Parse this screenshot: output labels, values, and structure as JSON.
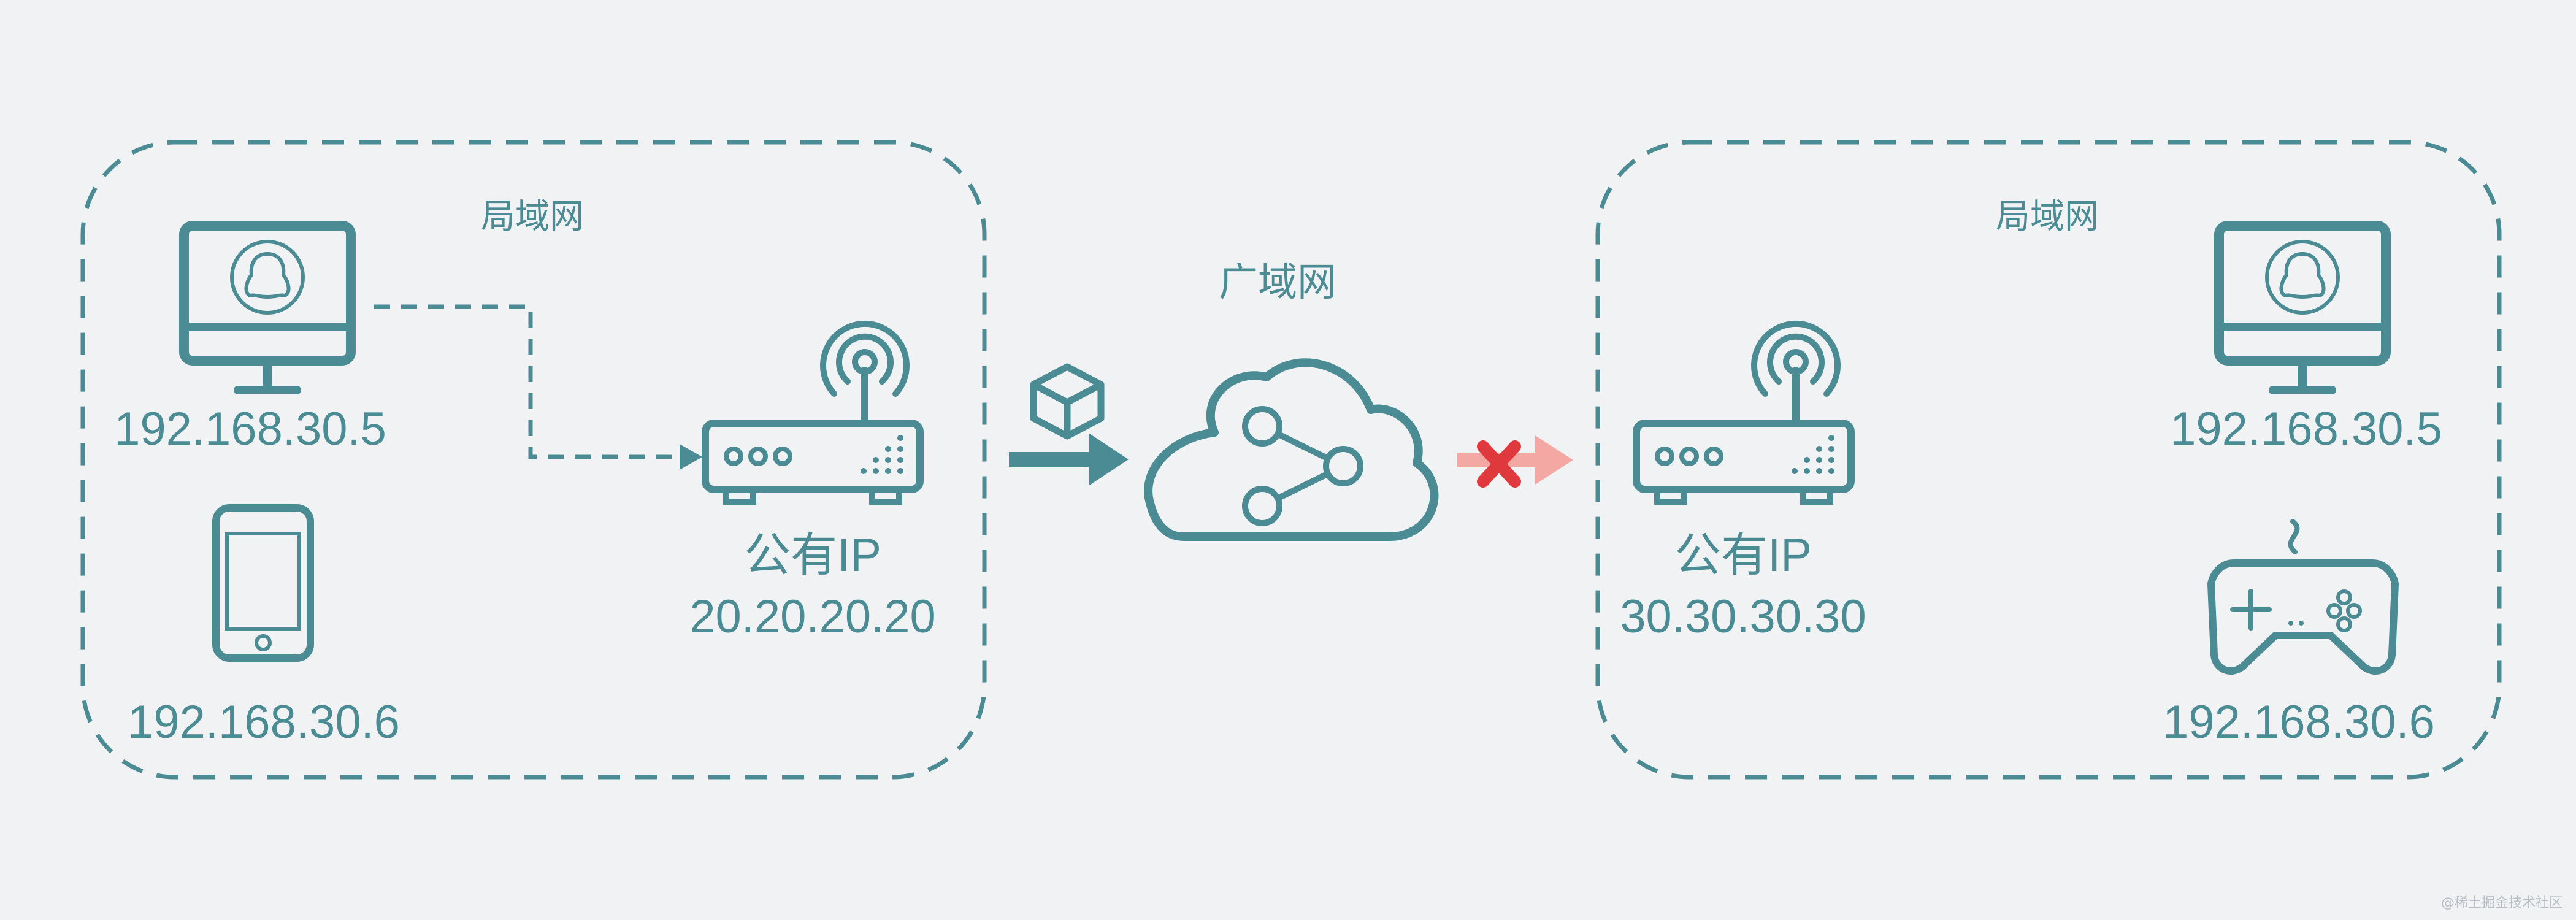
{
  "colors": {
    "teal": "#4a8b94",
    "background": "#f0f2f4",
    "blocked_arrow": "#f3a8a4",
    "blocked_cross": "#e0393d"
  },
  "left_lan": {
    "zone_label": "局域网",
    "computer": {
      "icon": "monitor-qq-icon",
      "ip": "192.168.30.5"
    },
    "phone": {
      "icon": "smartphone-icon",
      "ip": "192.168.30.6"
    },
    "router": {
      "icon": "router-icon",
      "label": "公有IP",
      "ip": "20.20.20.20"
    }
  },
  "wan": {
    "label": "广域网",
    "icon": "cloud-share-icon",
    "packet_icon": "cube-packet-icon",
    "outgoing": "forward-arrow-icon",
    "incoming": "blocked-arrow-icon"
  },
  "right_lan": {
    "zone_label": "局域网",
    "router": {
      "icon": "router-icon",
      "label": "公有IP",
      "ip": "30.30.30.30"
    },
    "computer": {
      "icon": "monitor-qq-icon",
      "ip": "192.168.30.5"
    },
    "gamepad": {
      "icon": "gamepad-icon",
      "ip": "192.168.30.6"
    }
  },
  "watermark": "@稀土掘金技术社区"
}
